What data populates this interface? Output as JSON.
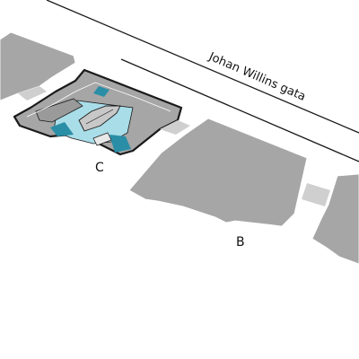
{
  "street": {
    "name": "Johan Willins gata"
  },
  "labels": {
    "building_c": "C",
    "building_b": "B"
  },
  "colors": {
    "building": "#a6a6a6",
    "connector": "#cfcfcf",
    "pool_light": "#a9dde8",
    "pool_dark": "#2a8ea6",
    "outline": "#1a1a1a"
  }
}
